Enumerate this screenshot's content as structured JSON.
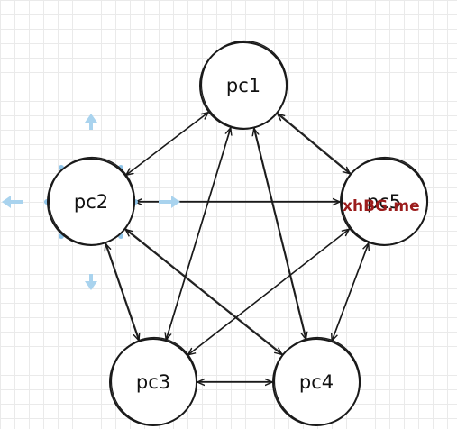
{
  "diagram": {
    "nodes": [
      {
        "id": "pc1",
        "label": "pc1"
      },
      {
        "id": "pc2",
        "label": "pc2"
      },
      {
        "id": "pc3",
        "label": "pc3"
      },
      {
        "id": "pc4",
        "label": "pc4"
      },
      {
        "id": "pc5",
        "label": "pc5"
      }
    ],
    "edges": [
      {
        "from": "pc1",
        "to": "pc2",
        "arrows": "both"
      },
      {
        "from": "pc1",
        "to": "pc5",
        "arrows": "both"
      },
      {
        "from": "pc1",
        "to": "pc3",
        "arrows": "both"
      },
      {
        "from": "pc1",
        "to": "pc4",
        "arrows": "both"
      },
      {
        "from": "pc2",
        "to": "pc5",
        "arrows": "both"
      },
      {
        "from": "pc2",
        "to": "pc3",
        "arrows": "both"
      },
      {
        "from": "pc2",
        "to": "pc4",
        "arrows": "both"
      },
      {
        "from": "pc3",
        "to": "pc4",
        "arrows": "both"
      },
      {
        "from": "pc3",
        "to": "pc5",
        "arrows": "both"
      },
      {
        "from": "pc4",
        "to": "pc5",
        "arrows": "both"
      }
    ]
  },
  "watermark": "xhBG.me",
  "colors": {
    "grid": "#eaeaea",
    "stroke": "#1a1a1a",
    "selection_handle": "#a9d3ee",
    "watermark": "#9b1c1c"
  }
}
